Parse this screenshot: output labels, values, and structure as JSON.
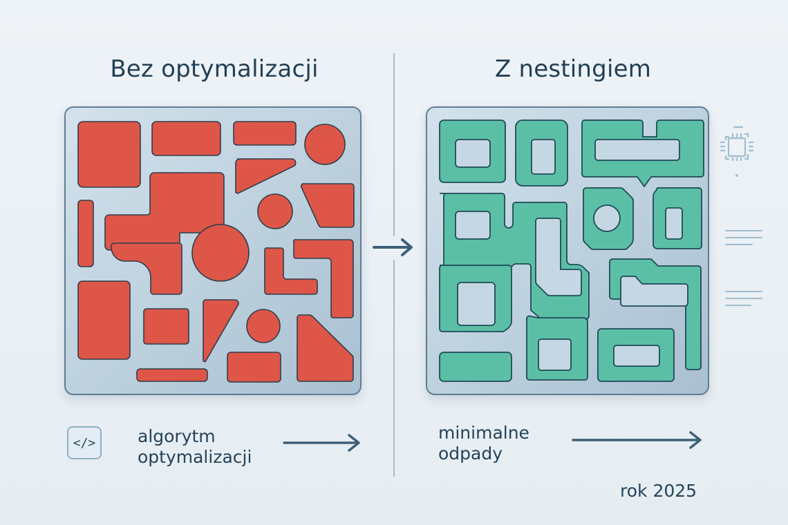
{
  "left_panel": {
    "title": "Bez optymalizacji",
    "sheet_color": "#b9cedd",
    "part_color": "#de5648",
    "caption_line1": "algorytm",
    "caption_line2": "optymalizacji",
    "icon": "code-icon",
    "icon_glyph": "</>"
  },
  "right_panel": {
    "title": "Z nestingiem",
    "sheet_color": "#b9cedd",
    "part_color": "#5bbfa6",
    "caption_line1": "minimalne",
    "caption_line2": "odpady",
    "footer": "rok 2025"
  },
  "center": {
    "icon": "arrow-right-icon"
  },
  "side_icons": [
    "chip-icon",
    "text-lines-icon",
    "text-lines-icon"
  ],
  "colors": {
    "background": "#eaf0f5",
    "text": "#24435a",
    "arrow": "#3d6078",
    "divider": "#a9bcc9",
    "outline": "#1f3d50"
  }
}
